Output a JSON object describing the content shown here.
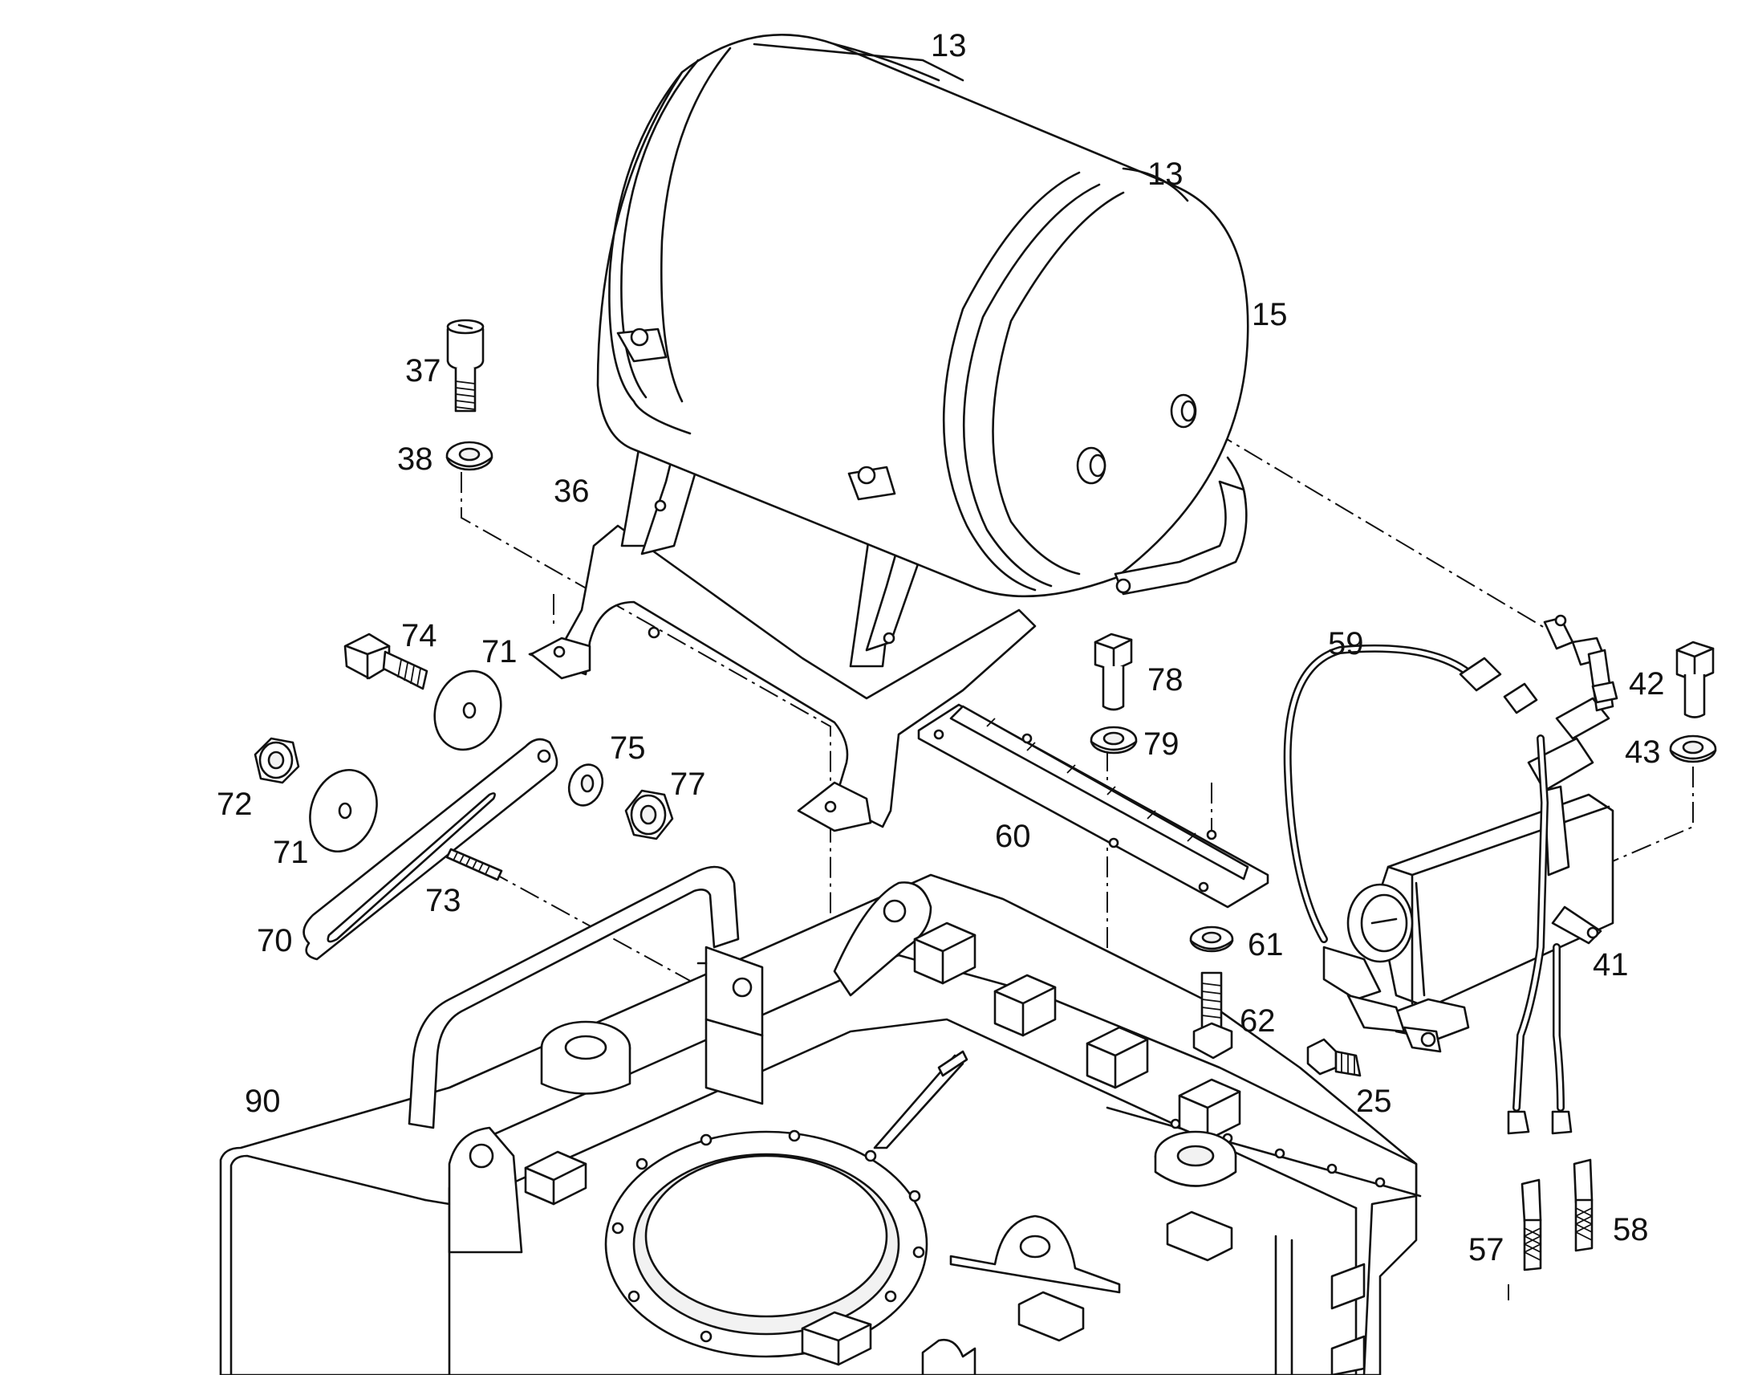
{
  "diagram": {
    "callouts": [
      {
        "id": "c13a",
        "label": "13"
      },
      {
        "id": "c13b",
        "label": "13"
      },
      {
        "id": "c15",
        "label": "15"
      },
      {
        "id": "c37",
        "label": "37"
      },
      {
        "id": "c38",
        "label": "38"
      },
      {
        "id": "c36",
        "label": "36"
      },
      {
        "id": "c74",
        "label": "74"
      },
      {
        "id": "c71a",
        "label": "71"
      },
      {
        "id": "c75",
        "label": "75"
      },
      {
        "id": "c77",
        "label": "77"
      },
      {
        "id": "c72",
        "label": "72"
      },
      {
        "id": "c71b",
        "label": "71"
      },
      {
        "id": "c70",
        "label": "70"
      },
      {
        "id": "c73",
        "label": "73"
      },
      {
        "id": "c78",
        "label": "78"
      },
      {
        "id": "c79",
        "label": "79"
      },
      {
        "id": "c60",
        "label": "60"
      },
      {
        "id": "c61",
        "label": "61"
      },
      {
        "id": "c62",
        "label": "62"
      },
      {
        "id": "c59",
        "label": "59"
      },
      {
        "id": "c42",
        "label": "42"
      },
      {
        "id": "c43",
        "label": "43"
      },
      {
        "id": "c41",
        "label": "41"
      },
      {
        "id": "c25",
        "label": "25"
      },
      {
        "id": "c57",
        "label": "57"
      },
      {
        "id": "c58",
        "label": "58"
      },
      {
        "id": "c90",
        "label": "90"
      }
    ]
  }
}
